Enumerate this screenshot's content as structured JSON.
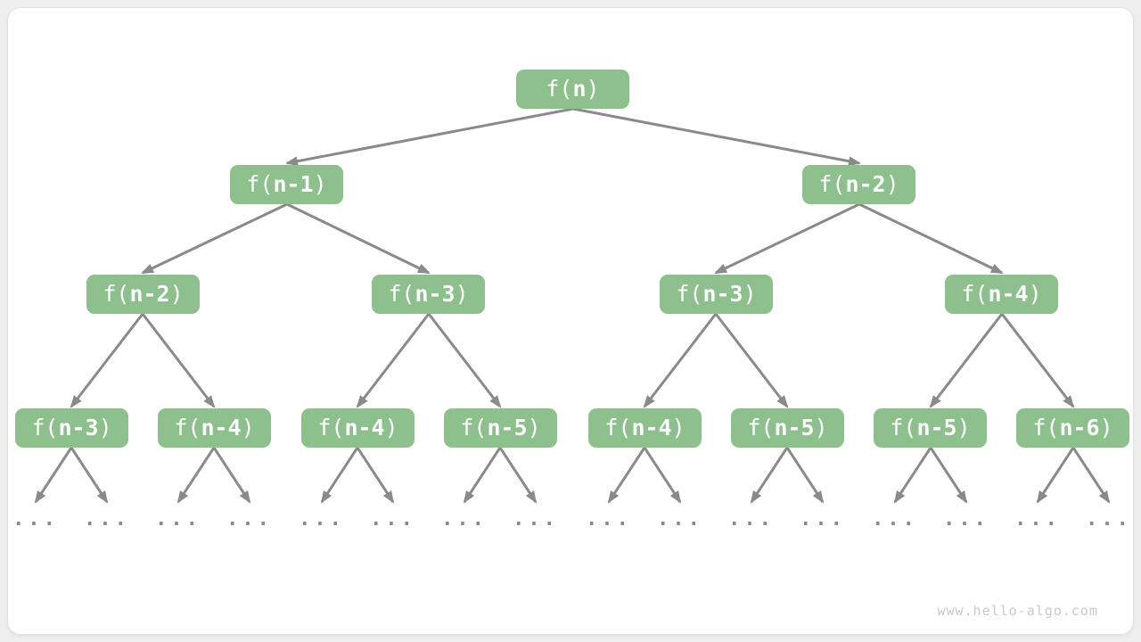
{
  "page": {
    "watermark": "www.hello-algo.com",
    "ellipsis": "..."
  },
  "colors": {
    "page_bg": "#efefef",
    "card_bg": "#ffffff",
    "card_border": "#e2e2e2",
    "node_bg": "#8dc08d",
    "node_text": "#ffffff",
    "edge": "#8a8a8a",
    "ellipsis": "#8a8a8a",
    "watermark": "#c9c9c9"
  },
  "tree": {
    "description": "Recursion tree of f(n), each node expands into two subproblems",
    "levels": [
      {
        "nodes": [
          {
            "pre": "f(",
            "core": "n",
            "post": ")"
          }
        ]
      },
      {
        "nodes": [
          {
            "pre": "f(",
            "core": "n-1",
            "post": ")"
          },
          {
            "pre": "f(",
            "core": "n-2",
            "post": ")"
          }
        ]
      },
      {
        "nodes": [
          {
            "pre": "f(",
            "core": "n-2",
            "post": ")"
          },
          {
            "pre": "f(",
            "core": "n-3",
            "post": ")"
          },
          {
            "pre": "f(",
            "core": "n-3",
            "post": ")"
          },
          {
            "pre": "f(",
            "core": "n-4",
            "post": ")"
          }
        ]
      },
      {
        "nodes": [
          {
            "pre": "f(",
            "core": "n-3",
            "post": ")"
          },
          {
            "pre": "f(",
            "core": "n-4",
            "post": ")"
          },
          {
            "pre": "f(",
            "core": "n-4",
            "post": ")"
          },
          {
            "pre": "f(",
            "core": "n-5",
            "post": ")"
          },
          {
            "pre": "f(",
            "core": "n-4",
            "post": ")"
          },
          {
            "pre": "f(",
            "core": "n-5",
            "post": ")"
          },
          {
            "pre": "f(",
            "core": "n-5",
            "post": ")"
          },
          {
            "pre": "f(",
            "core": "n-6",
            "post": ")"
          }
        ]
      }
    ]
  }
}
